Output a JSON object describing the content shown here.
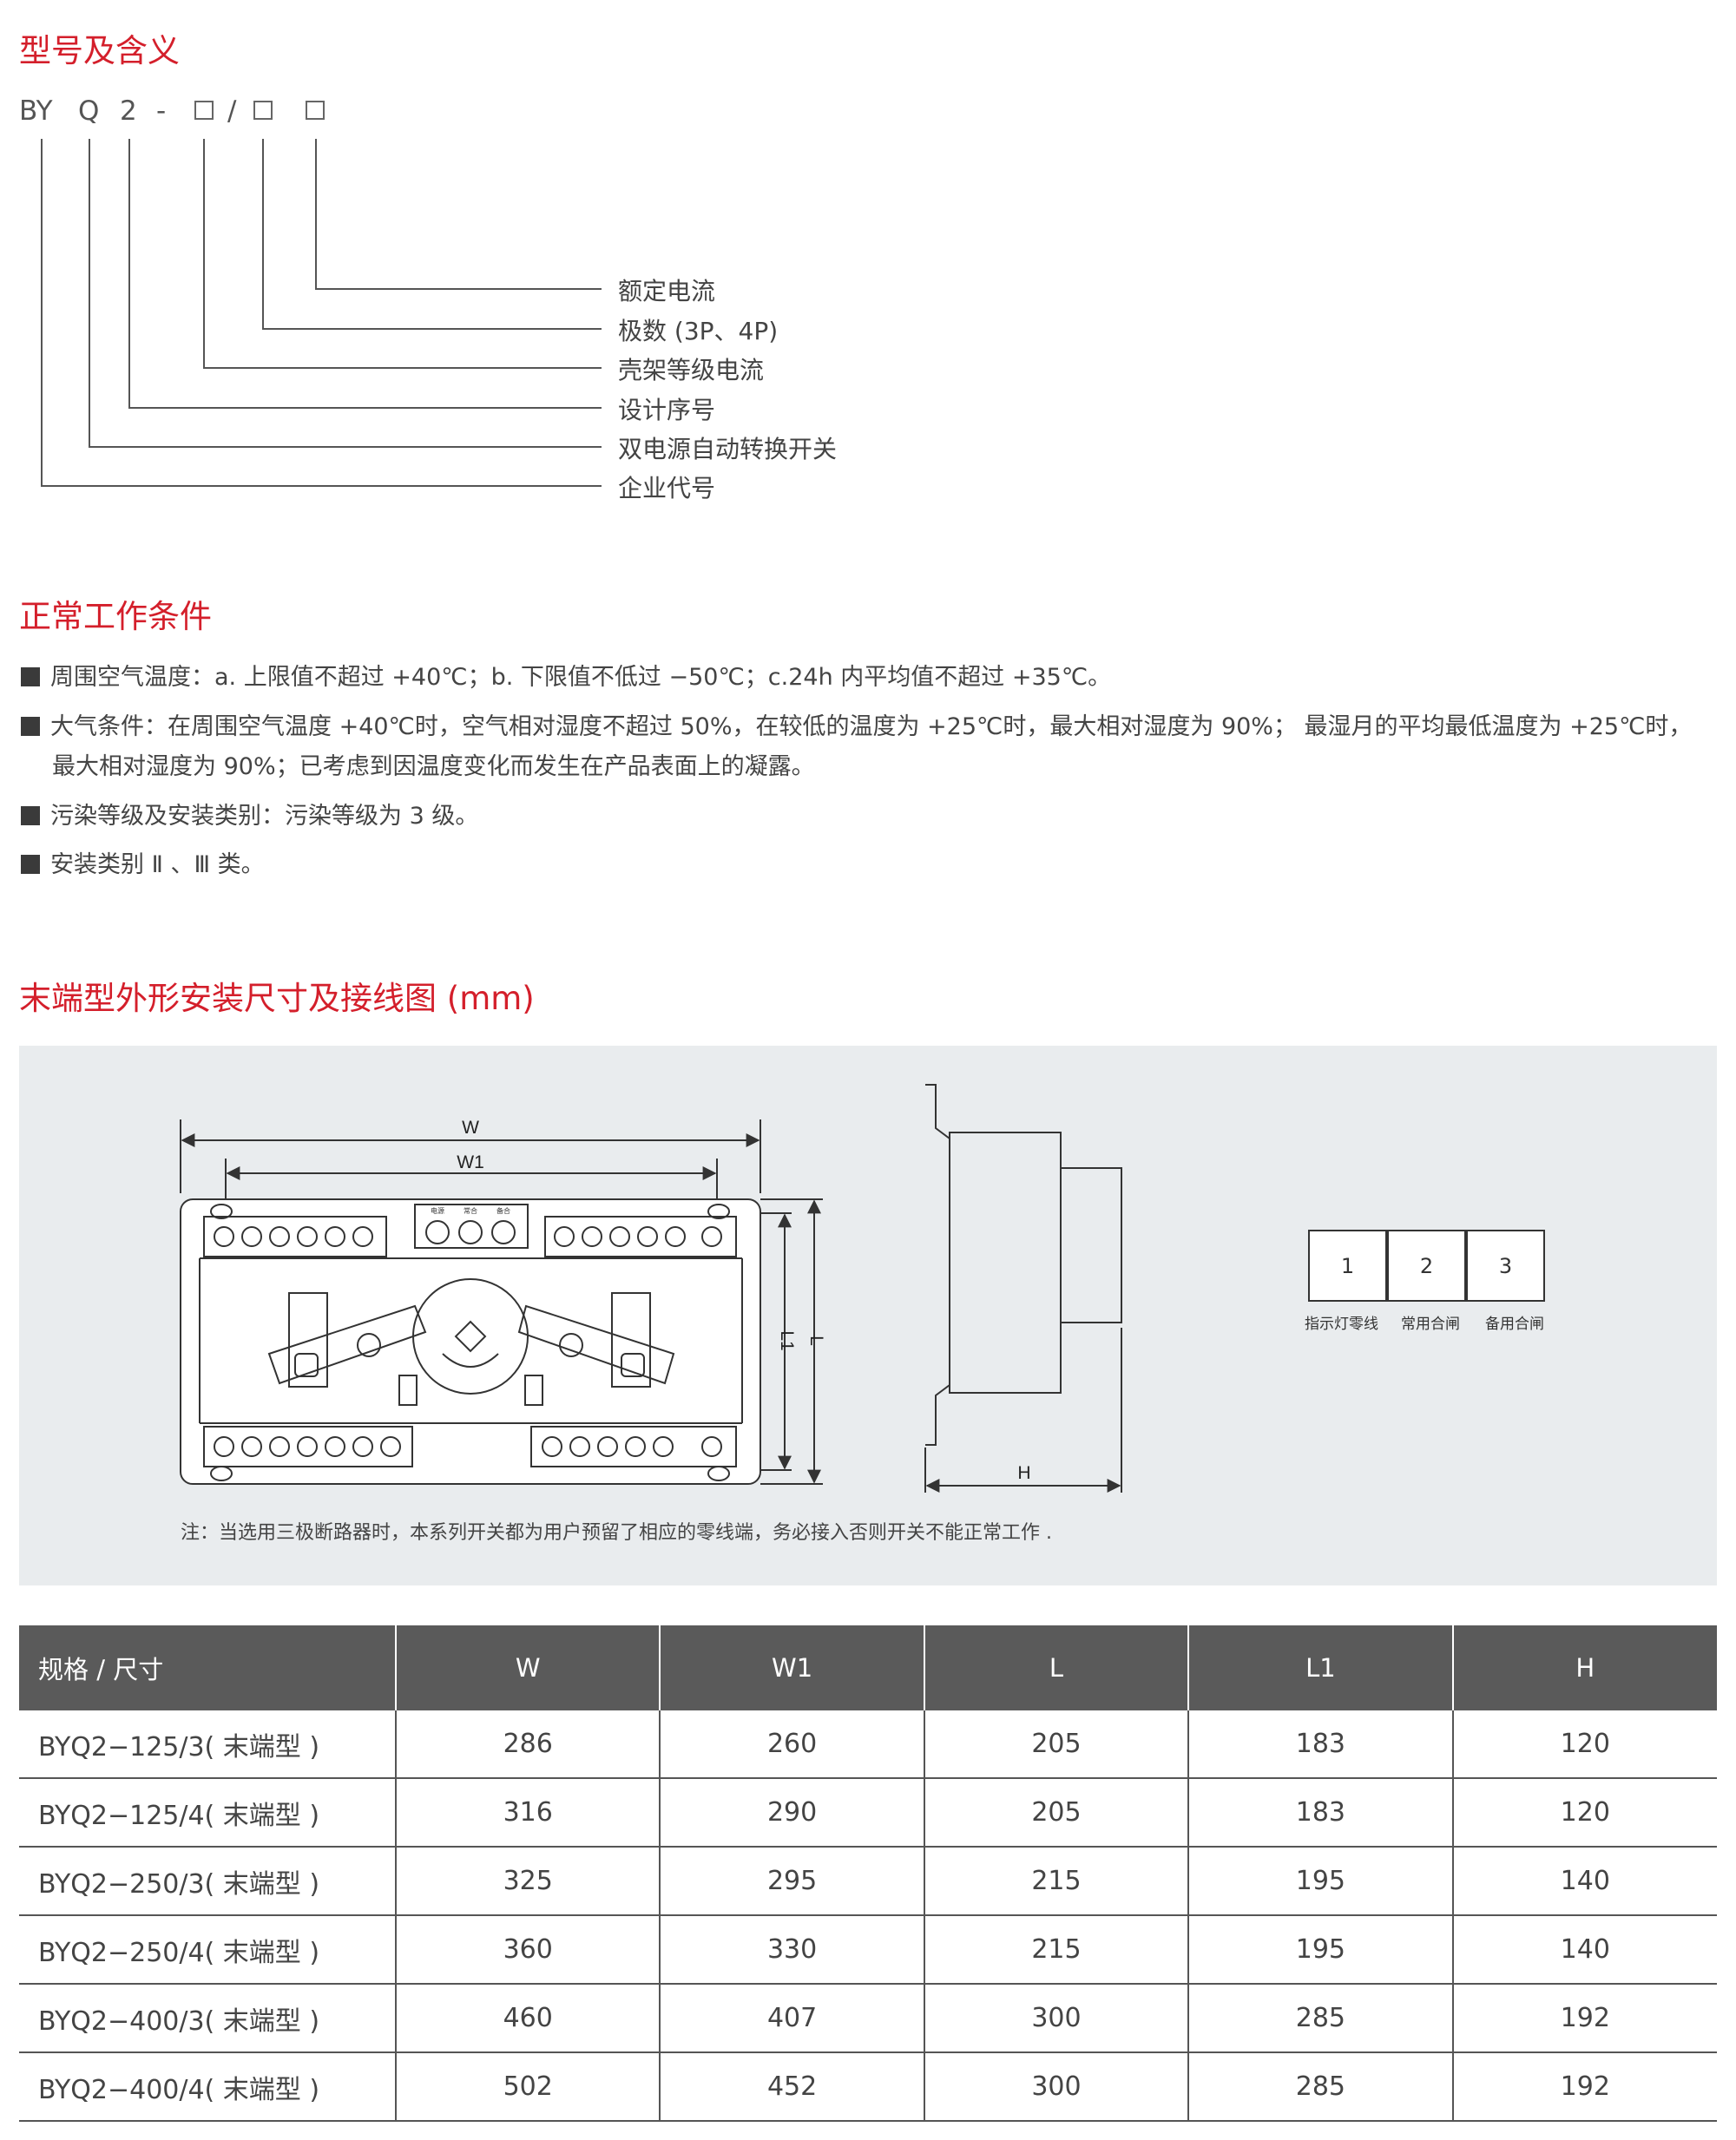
{
  "model_section": {
    "title": "型号及含义",
    "code": {
      "p1": "BY",
      "p2": "Q",
      "p3": "2",
      "p4": "-",
      "p5": "/"
    },
    "legend": [
      "额定电流",
      "极数 (3P、4P)",
      "壳架等级电流",
      "设计序号",
      "双电源自动转换开关",
      "企业代号"
    ]
  },
  "conditions_section": {
    "title": "正常工作条件",
    "items": [
      {
        "line1": "周围空气温度：a. 上限值不超过 +40℃；b. 下限值不低过 −50℃；c.24h 内平均值不超过 +35℃。",
        "line2": ""
      },
      {
        "line1": "大气条件：在周围空气温度 +40℃时，空气相对湿度不超过 50%，在较低的温度为 +25℃时，最大相对湿度为 90%； 最湿月的平均最低温度为 +25℃时，",
        "line2": "最大相对湿度为 90%；已考虑到因温度变化而发生在产品表面上的凝露。"
      },
      {
        "line1": "污染等级及安装类别：污染等级为 3 级。",
        "line2": ""
      },
      {
        "line1": "安装类别 Ⅱ 、Ⅲ 类。",
        "line2": ""
      }
    ]
  },
  "drawing_section": {
    "title": "末端型外形安装尺寸及接线图 (mm)",
    "dims": {
      "w": "W",
      "w1": "W1",
      "l": "L",
      "l1": "L1",
      "h": "H"
    },
    "panel_labels": [
      "电源",
      "常合",
      "备合"
    ],
    "wiring": {
      "boxes": [
        "1",
        "2",
        "3"
      ],
      "labels": [
        "指示灯零线",
        "常用合闸",
        "备用合闸"
      ]
    },
    "note": "注：当选用三极断路器时，本系列开关都为用户预留了相应的零线端，务必接入否则开关不能正常工作 ."
  },
  "table": {
    "headers": [
      "规格 / 尺寸",
      "W",
      "W1",
      "L",
      "L1",
      "H"
    ],
    "rows": [
      [
        "BYQ2−125/3( 末端型 )",
        "286",
        "260",
        "205",
        "183",
        "120"
      ],
      [
        "BYQ2−125/4( 末端型 )",
        "316",
        "290",
        "205",
        "183",
        "120"
      ],
      [
        "BYQ2−250/3( 末端型 )",
        "325",
        "295",
        "215",
        "195",
        "140"
      ],
      [
        "BYQ2−250/4( 末端型 )",
        "360",
        "330",
        "215",
        "195",
        "140"
      ],
      [
        "BYQ2−400/3( 末端型 )",
        "460",
        "407",
        "300",
        "285",
        "192"
      ],
      [
        "BYQ2−400/4( 末端型 )",
        "502",
        "452",
        "300",
        "285",
        "192"
      ]
    ]
  }
}
